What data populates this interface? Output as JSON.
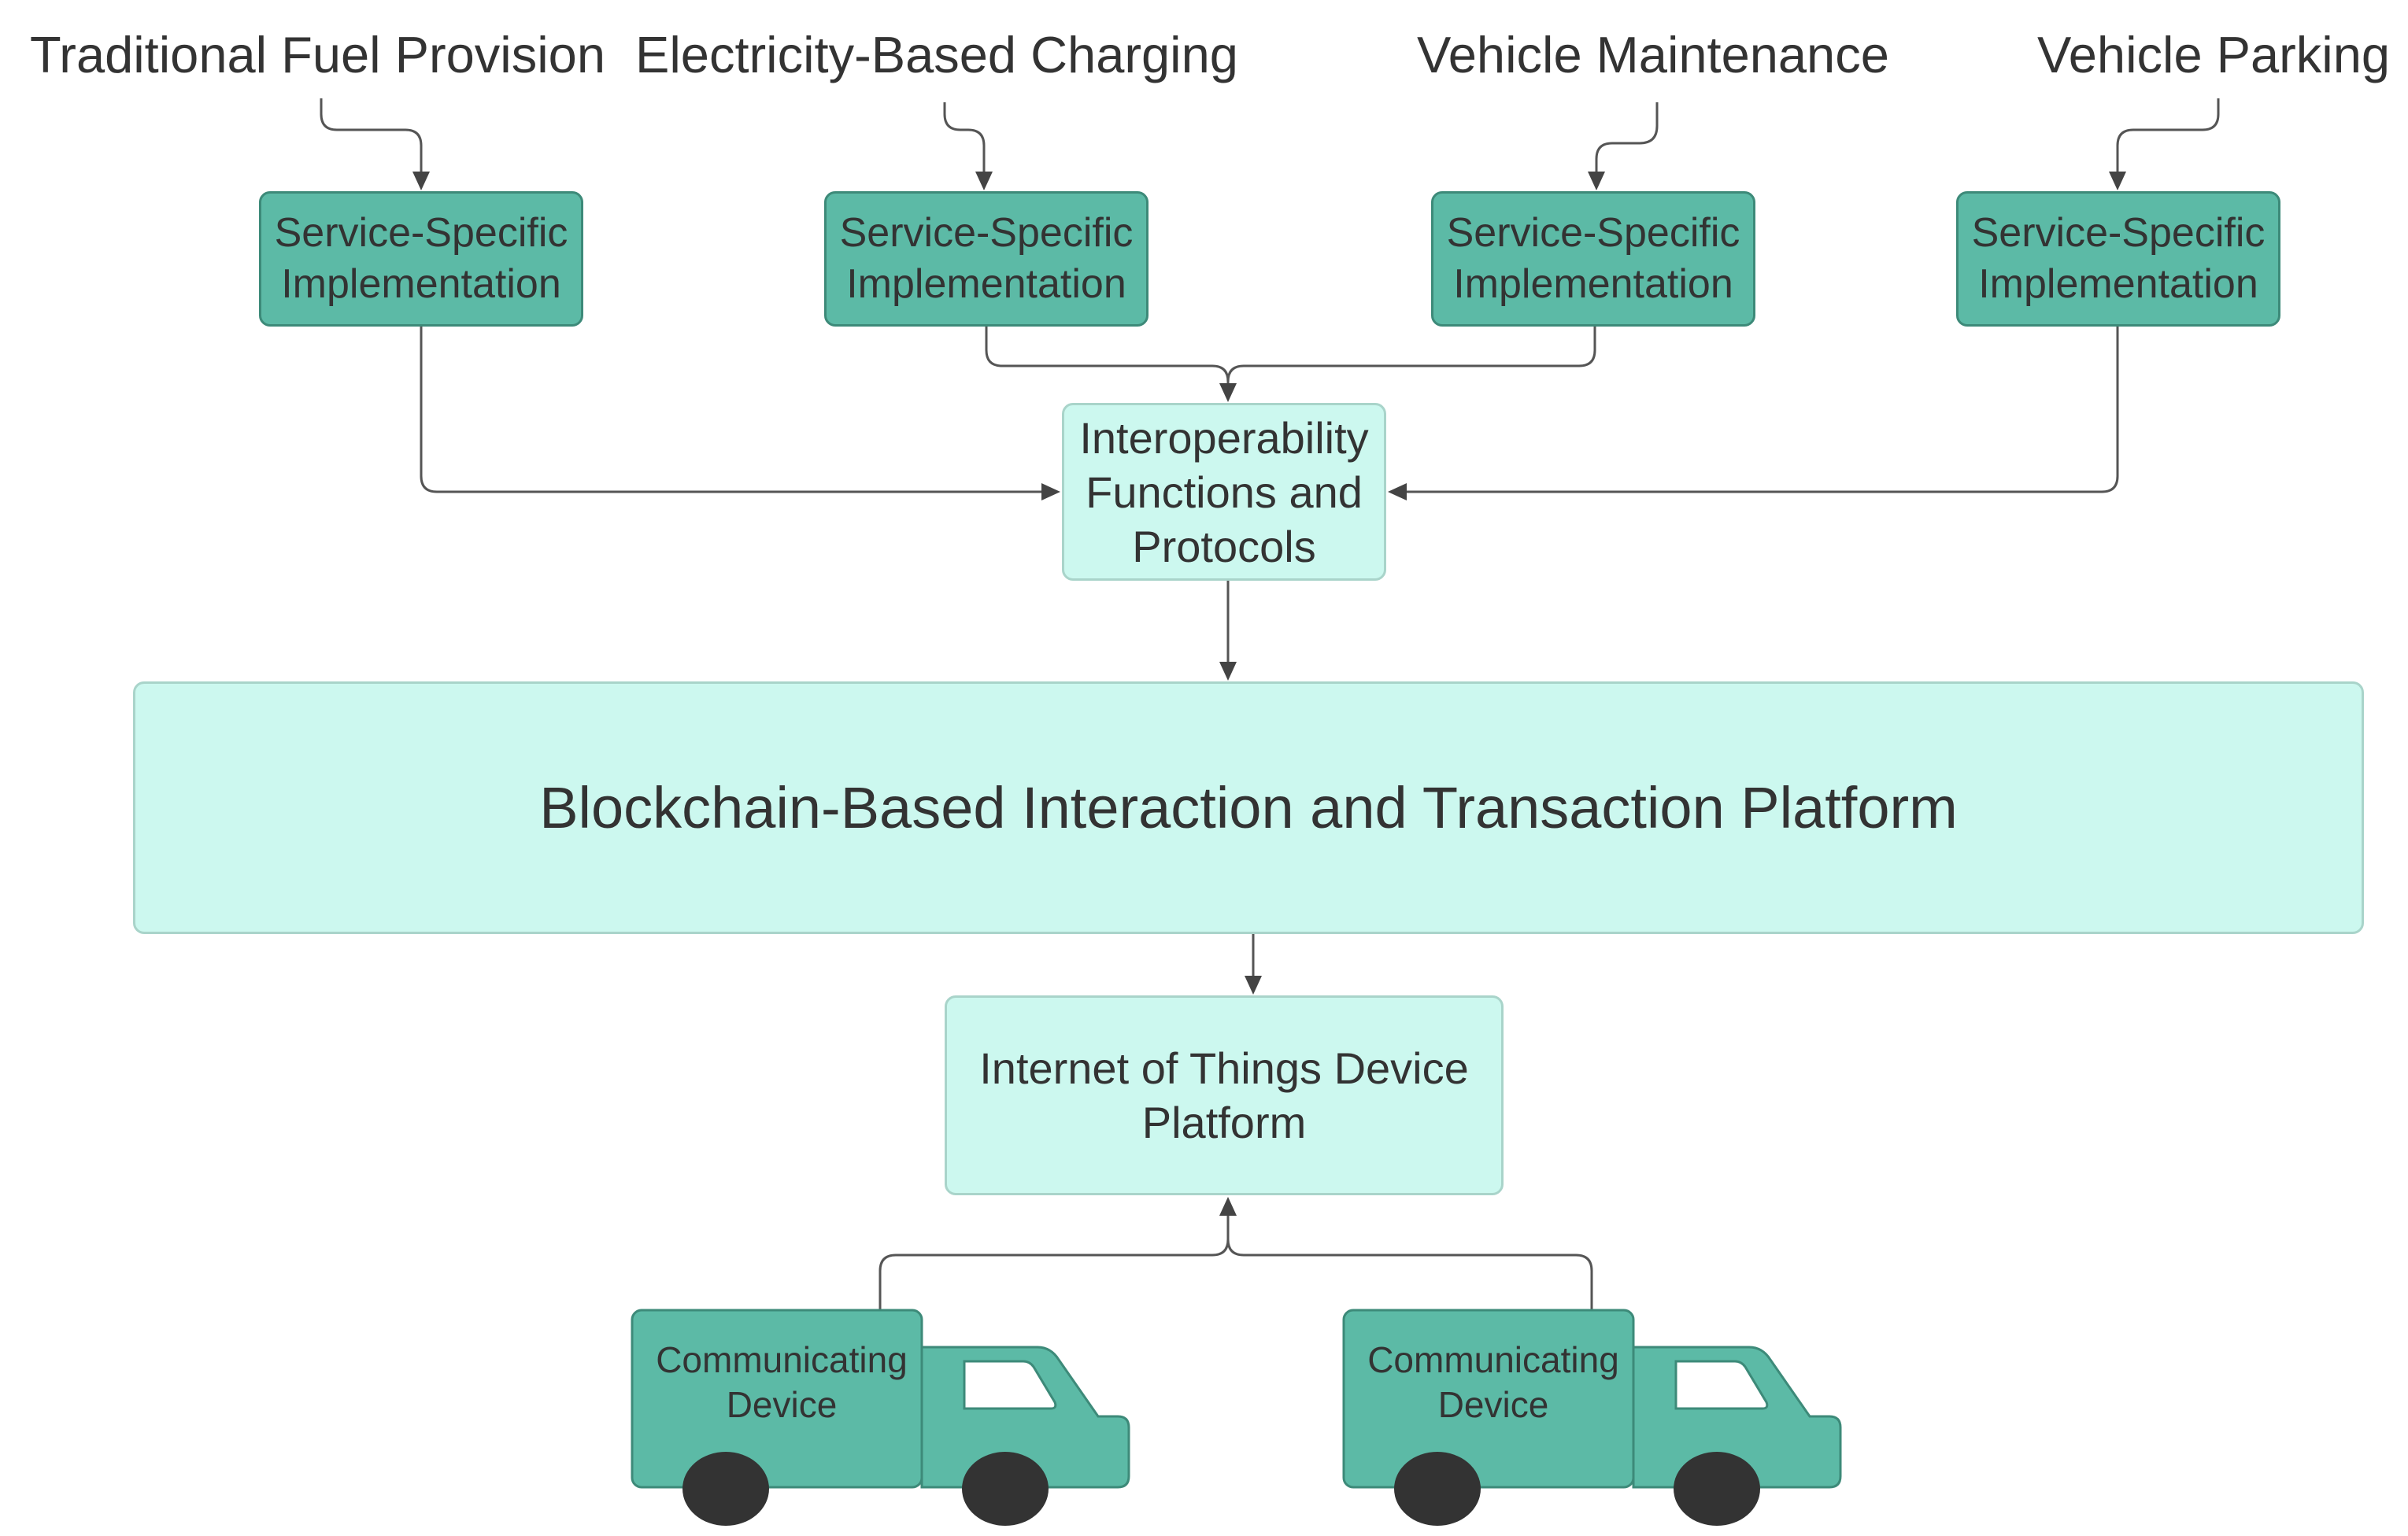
{
  "colors": {
    "service_fill": "#5cbaa6",
    "service_border": "#3d8a79",
    "light_fill": "#ccf8ef",
    "light_border": "#a9d4ca",
    "connector": "#555555",
    "wheel": "#333333",
    "text": "#333333"
  },
  "top_labels": {
    "fuel": "Traditional Fuel Provision",
    "charging": "Electricity-Based Charging",
    "maintenance": "Vehicle Maintenance",
    "parking": "Vehicle Parking"
  },
  "service_boxes": {
    "fuel": "Service-Specific\nImplementation",
    "charging": "Service-Specific\nImplementation",
    "maintenance": "Service-Specific\nImplementation",
    "parking": "Service-Specific\nImplementation"
  },
  "interoperability": "Interoperability\nFunctions and\nProtocols",
  "platform": "Blockchain-Based Interaction and Transaction Platform",
  "iot": "Internet of Things Device\nPlatform",
  "devices": {
    "left": "Communicating\nDevice",
    "right": "Communicating\nDevice"
  },
  "icons": {
    "device_icon": "truck-icon"
  }
}
